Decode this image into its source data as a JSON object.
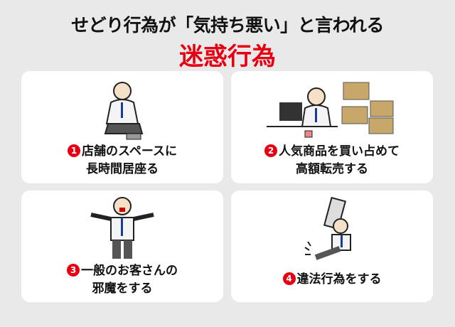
{
  "header": {
    "title": "せどり行為が「気持ち悪い」と言われる",
    "subtitle": "迷惑行為"
  },
  "accent": "#e60012",
  "cards": [
    {
      "number": "1",
      "line1": "店舗のスペースに",
      "line2": "長時間居座る"
    },
    {
      "number": "2",
      "line1": "人気商品を買い占めて",
      "line2": "高額転売する"
    },
    {
      "number": "3",
      "line1": "一般のお客さんの",
      "line2": "邪魔をする"
    },
    {
      "number": "4",
      "line1": "違法行為をする",
      "line2": ""
    }
  ]
}
